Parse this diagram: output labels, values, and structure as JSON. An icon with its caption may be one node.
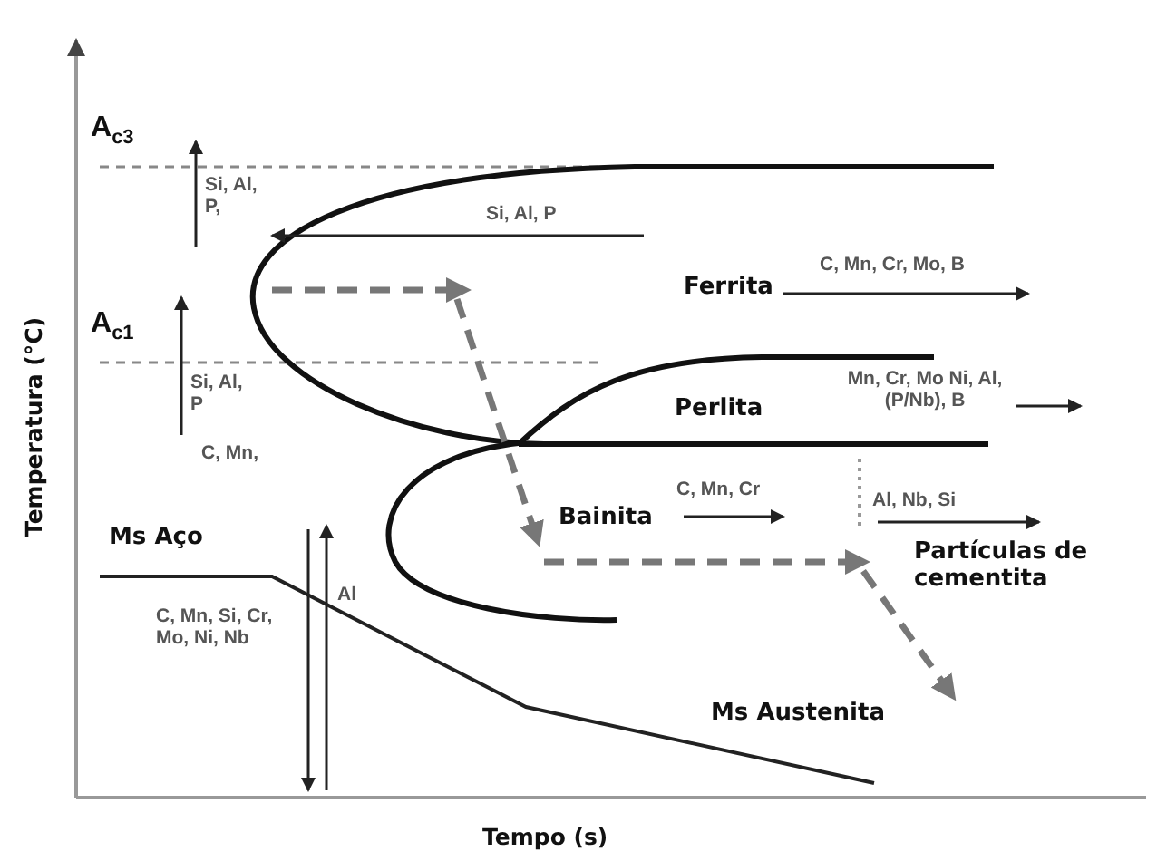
{
  "diagram": {
    "labels": [
      "A$_{c3}$",
      "Si, Al, P,",
      "Si, Al, P",
      "Ferrita",
      "C, Mn, Cr, Mo, B",
      "A$_{c1}$",
      "Si, Al, P",
      "Mn, Cr, Mo Ni, Al, (P/Nb), B",
      "C, Mn,",
      "Perlita",
      "C, Mn, Cr",
      "Bainita",
      "Al,  Nb, Si",
      "Ms Aço",
      "Partículas de cementita",
      "Al",
      "C, Mn, Si, Cr, Mo, Ni, Nb",
      "Ms Austenita",
      "Temperatura (°C)",
      "Tempo (s)"
    ]
  }
}
